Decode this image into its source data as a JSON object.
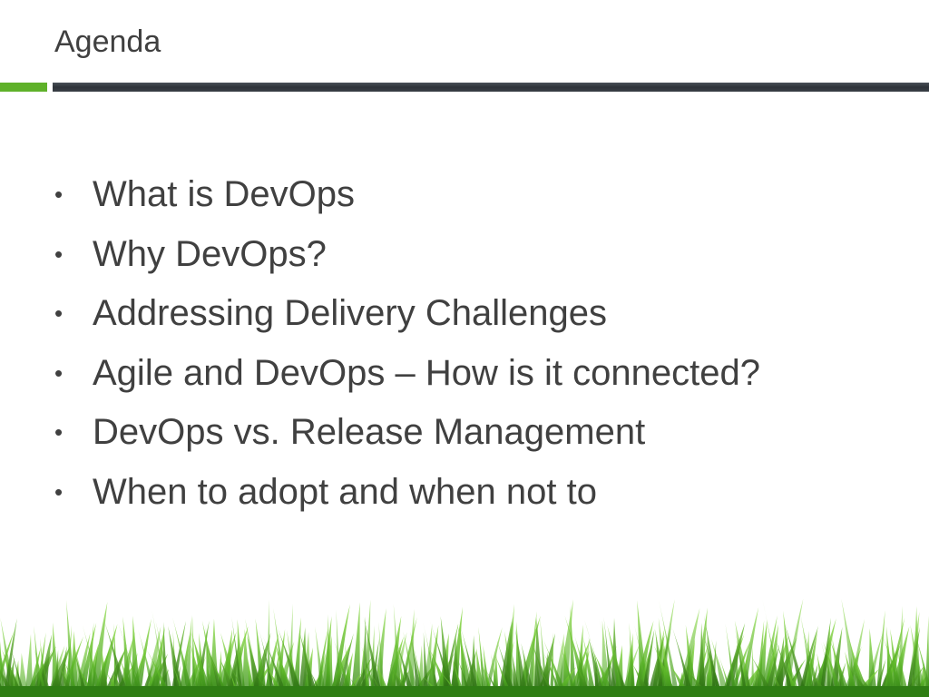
{
  "slide": {
    "title": "Agenda",
    "bullet_symbol": "•",
    "bullets": [
      "What is DevOps",
      "Why DevOps?",
      "Addressing Delivery Challenges",
      "Agile and DevOps – How is it connected?",
      "DevOps vs. Release Management",
      "When to adopt and when not to"
    ]
  },
  "colors": {
    "accent": "#5fb12a",
    "divider": "#33383f",
    "text": "#404040",
    "grass_light": "#7fd13a",
    "grass_dark": "#2f7d14"
  },
  "decoration": {
    "footer_image": "grass-border"
  }
}
